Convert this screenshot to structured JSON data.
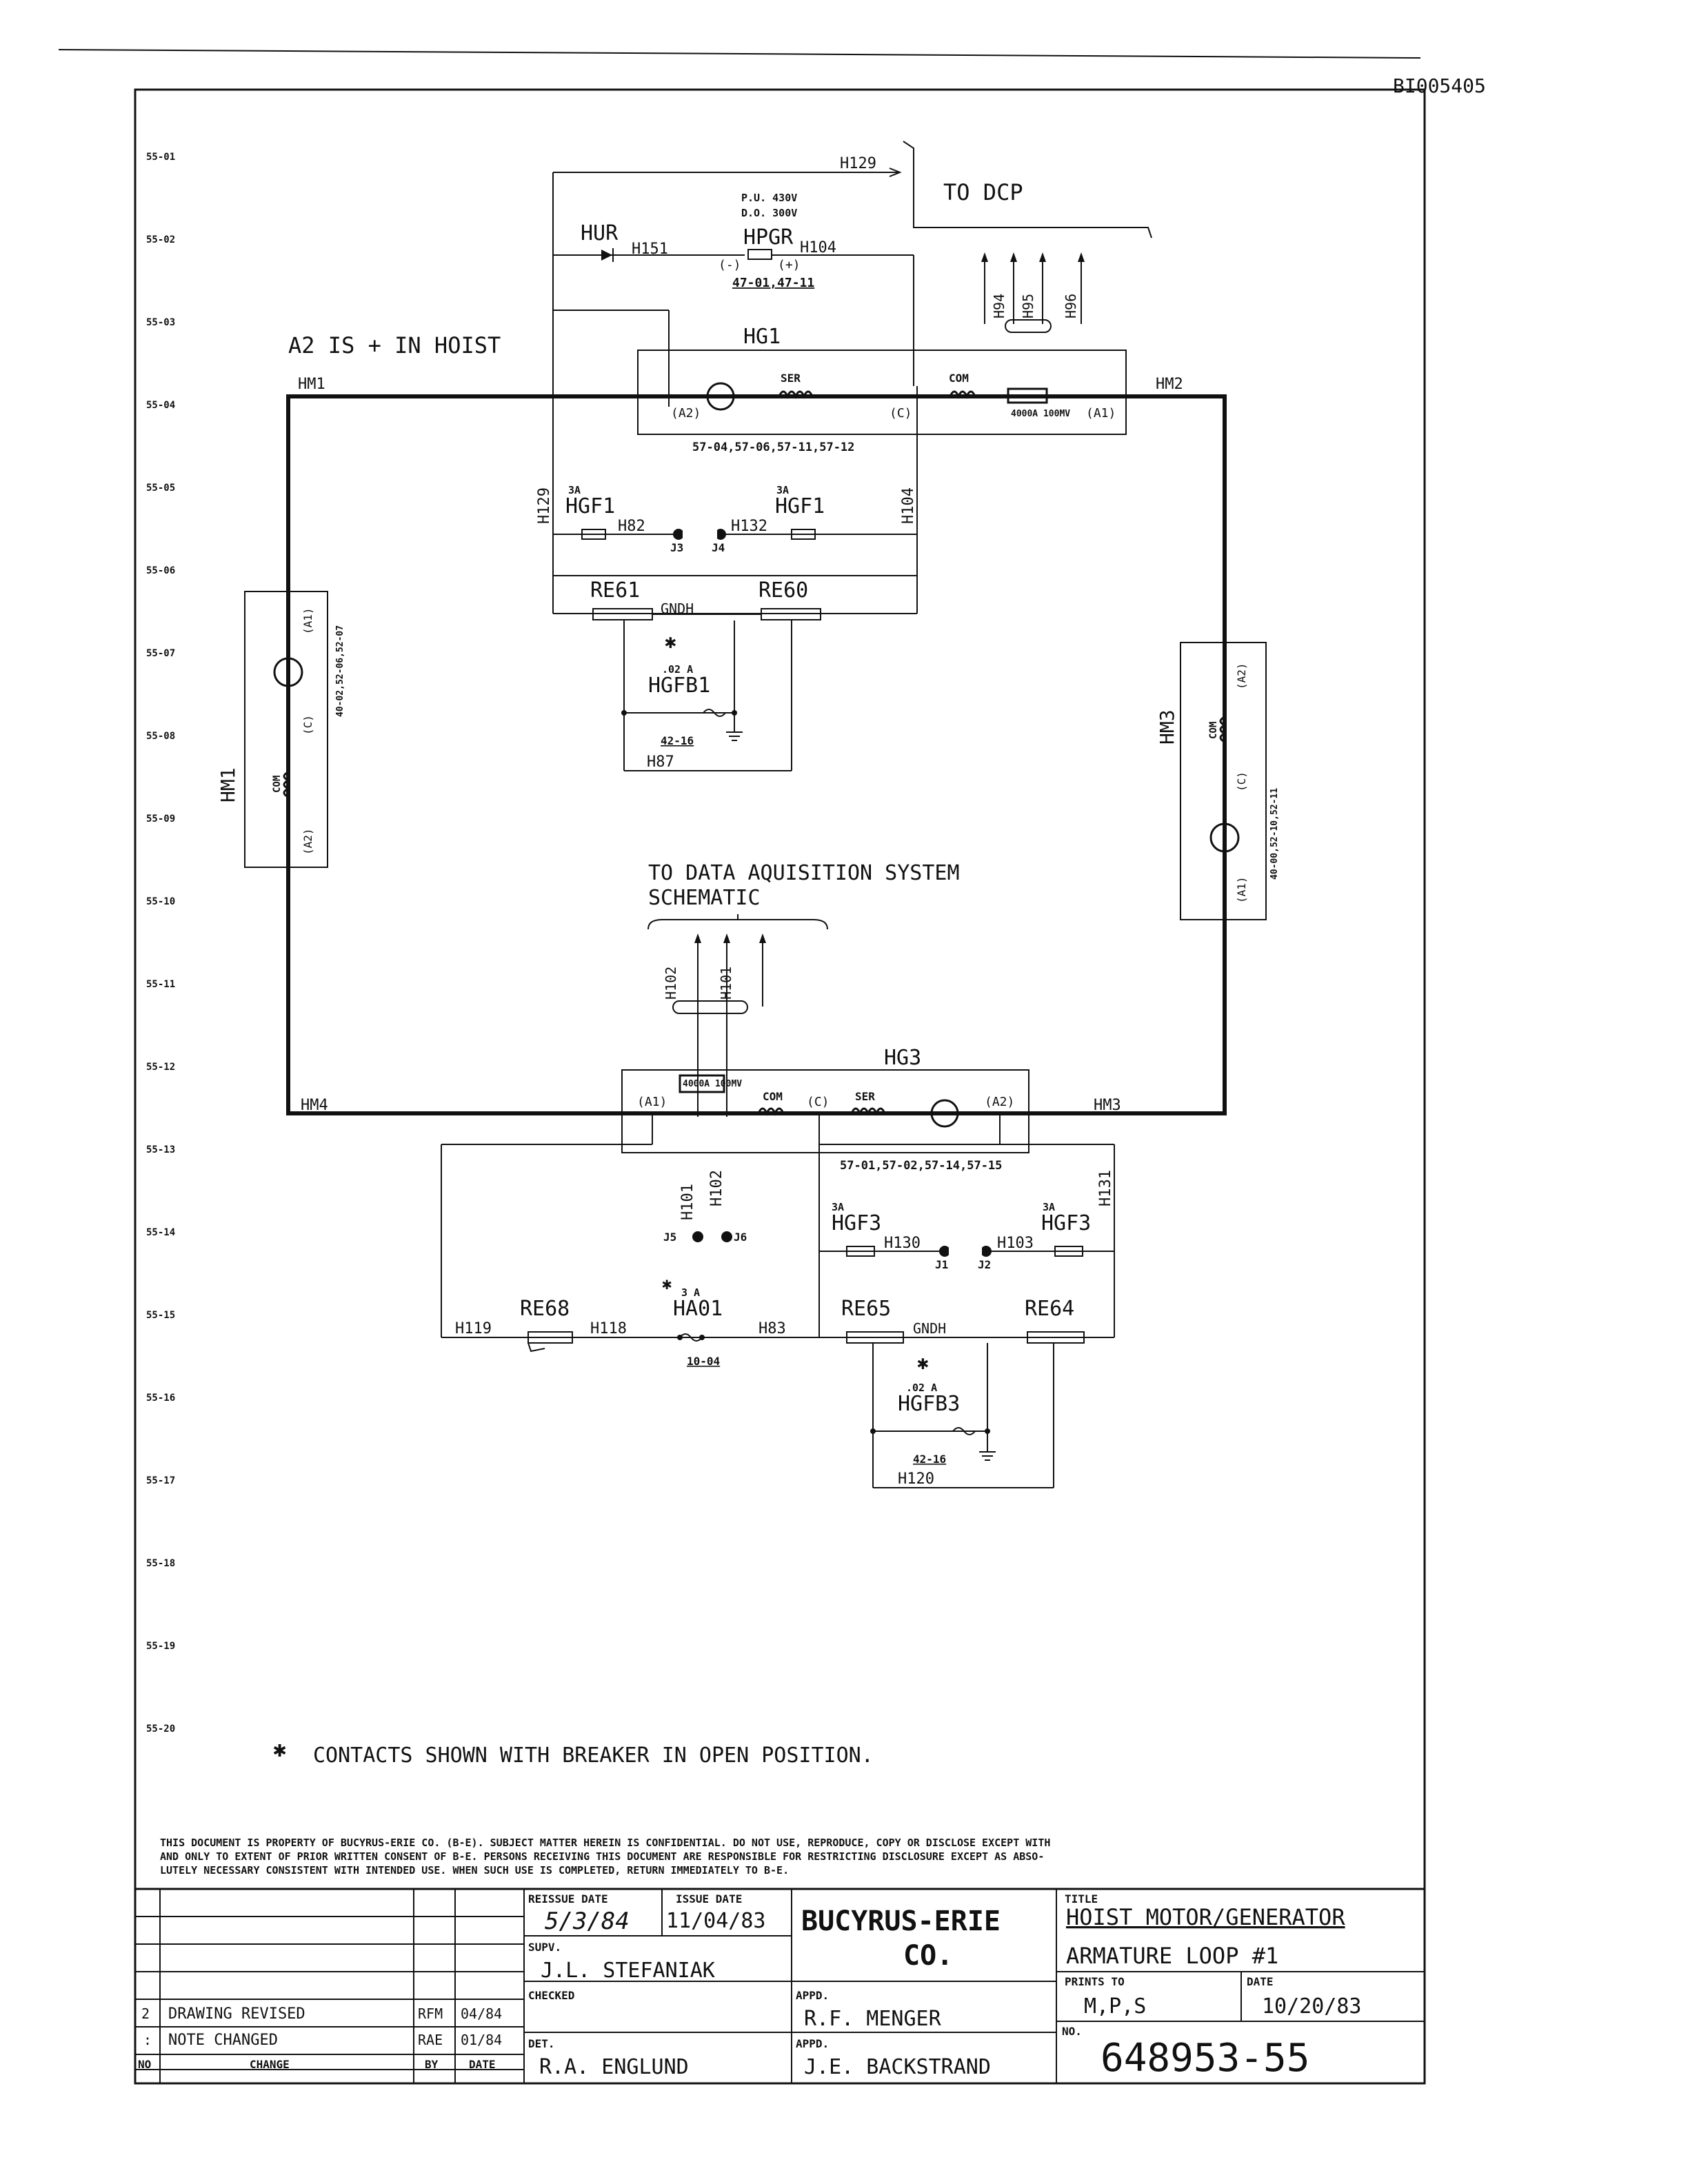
{
  "doc_id": "BI005405",
  "row_labels": [
    "55-01",
    "55-02",
    "55-03",
    "55-04",
    "55-05",
    "55-06",
    "55-07",
    "55-08",
    "55-09",
    "55-10",
    "55-11",
    "55-12",
    "55-13",
    "55-14",
    "55-15",
    "55-16",
    "55-17",
    "55-18",
    "55-19",
    "55-20"
  ],
  "top": {
    "h129": "H129",
    "to_dcp": "TO DCP",
    "pu": "P.U. 430V",
    "do": "D.O. 300V",
    "hur": "HUR",
    "h151": "H151",
    "hpgr": "HPGR",
    "h104": "H104",
    "minus": "(-)",
    "plus": "(+)",
    "hpgr_ref": "47-01,47-11",
    "h94": "H94",
    "h95": "H95",
    "h96": "H96",
    "a2_note": "A2 IS + IN HOIST"
  },
  "hg1": {
    "title": "HG1",
    "hm1": "HM1",
    "hm2": "HM2",
    "a2": "(A2)",
    "ser": "SER",
    "c": "(C)",
    "com": "COM",
    "shunt": "4000A 100MV",
    "a1": "(A1)",
    "ref": "57-04,57-06,57-11,57-12",
    "h129v": "H129",
    "h104v": "H104",
    "fuse_rating_l": "3A",
    "fuse_rating_r": "3A",
    "hgf1_l": "HGF1",
    "hgf1_r": "HGF1",
    "h82": "H82",
    "h132": "H132",
    "j3": "J3",
    "j4": "J4",
    "re61": "RE61",
    "re60": "RE60",
    "gndh": "GNDH",
    "star": "✱",
    "hgfb1_rating": ".02 A",
    "hgfb1": "HGFB1",
    "hgfb1_ref": "42-16",
    "h87": "H87"
  },
  "hm1_box": {
    "label": "HM1",
    "a1": "(A1)",
    "c": "(C)",
    "com": "COM",
    "a2": "(A2)",
    "ref": "40-02,52-06,52-07"
  },
  "hm3_box": {
    "label": "HM3",
    "a2": "(A2)",
    "com": "COM",
    "c": "(C)",
    "a1": "(A1)",
    "ref": "40-00,52-10,52-11"
  },
  "das": {
    "line1": "TO DATA AQUISITION SYSTEM",
    "line2": "SCHEMATIC",
    "h102": "H102",
    "h101": "H101"
  },
  "hg3": {
    "title": "HG3",
    "hm4": "HM4",
    "hm3": "HM3",
    "a1": "(A1)",
    "shunt": "4000A 100MV",
    "com": "COM",
    "c": "(C)",
    "ser": "SER",
    "a2": "(A2)",
    "ref": "57-01,57-02,57-14,57-15",
    "h101v": "H101",
    "h102v": "H102",
    "h131v": "H131",
    "j5": "J5",
    "j6": "J6",
    "fuse_rating_l": "3A",
    "fuse_rating_r": "3A",
    "hgf3_l": "HGF3",
    "hgf3_r": "HGF3",
    "h130": "H130",
    "h103": "H103",
    "j1": "J1",
    "j2": "J2",
    "star_ha": "✱",
    "ha01_rating": "3 A",
    "ha01": "HA01",
    "re68": "RE68",
    "h119": "H119",
    "h118": "H118",
    "h83": "H83",
    "ha01_ref": "10-04",
    "re65": "RE65",
    "re64": "RE64",
    "gndh": "GNDH",
    "star": "✱",
    "hgfb3_rating": ".02 A",
    "hgfb3": "HGFB3",
    "hgfb3_ref": "42-16",
    "h120": "H120"
  },
  "note": "CONTACTS SHOWN WITH BREAKER IN OPEN POSITION.",
  "note_star": "✱",
  "disclaimer": [
    "THIS DOCUMENT IS PROPERTY OF BUCYRUS-ERIE CO. (B-E). SUBJECT MATTER HEREIN IS CONFIDENTIAL. DO NOT USE, REPRODUCE, COPY OR DISCLOSE EXCEPT WITH",
    "AND ONLY TO EXTENT OF PRIOR WRITTEN CONSENT OF B-E. PERSONS RECEIVING THIS DOCUMENT ARE RESPONSIBLE FOR RESTRICTING DISCLOSURE EXCEPT AS ABSO-",
    "LUTELY NECESSARY CONSISTENT WITH INTENDED USE. WHEN SUCH USE IS COMPLETED, RETURN IMMEDIATELY TO B-E."
  ],
  "title_block": {
    "reissue_date_label": "REISSUE DATE",
    "reissue_date": "5/3/84",
    "issue_date_label": "ISSUE DATE",
    "issue_date": "11/04/83",
    "company_line1": "BUCYRUS-ERIE",
    "company_line2": "CO.",
    "supv_label": "SUPV.",
    "supv": "J.L. STEFANIAK",
    "checked_label": "CHECKED",
    "appd_label_1": "APPD.",
    "appd_1": "R.F. MENGER",
    "det_label": "DET.",
    "det": "R.A. ENGLUND",
    "appd_label_2": "APPD.",
    "appd_2": "J.E. BACKSTRAND",
    "title_label": "TITLE",
    "title_line1": "HOIST MOTOR/GENERATOR",
    "title_line2": "ARMATURE LOOP #1",
    "prints_to_label": "PRINTS TO",
    "prints_to": "M,P,S",
    "date_label": "DATE",
    "date": "10/20/83",
    "no_label": "NO.",
    "drawing_no": "648953-55"
  },
  "revisions": [
    {
      "no": "2",
      "change": "DRAWING REVISED",
      "by": "RFM",
      "date": "04/84"
    },
    {
      "no": ":",
      "change": "NOTE CHANGED",
      "by": "RAE",
      "date": "01/84"
    }
  ],
  "revision_header": {
    "no": "NO",
    "change": "CHANGE",
    "by": "BY",
    "date": "DATE"
  }
}
